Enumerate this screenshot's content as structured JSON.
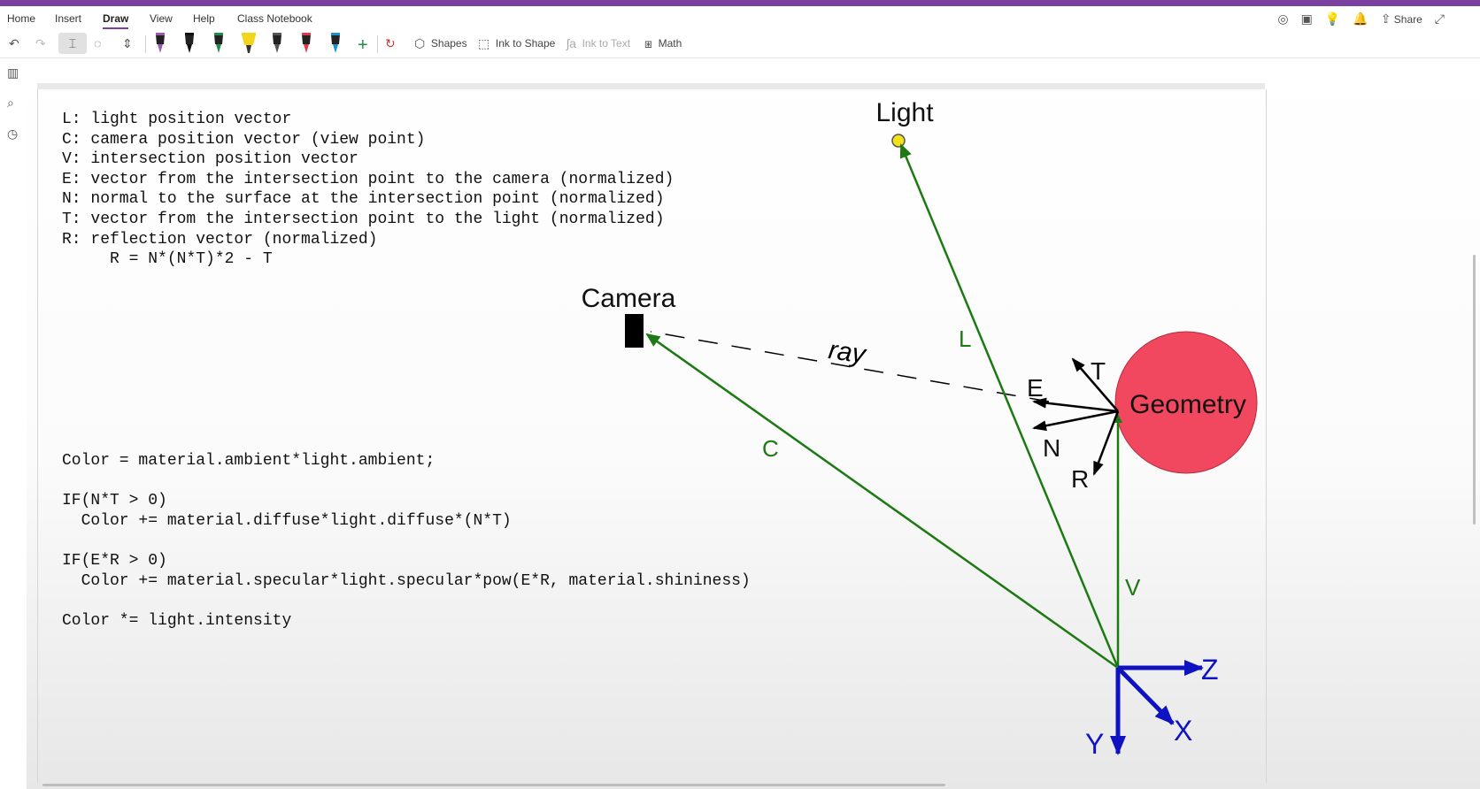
{
  "ribbon": {
    "tabs": [
      "Home",
      "Insert",
      "Draw",
      "View",
      "Help",
      "Class Notebook"
    ],
    "active_tab": "Draw",
    "share_label": "Share"
  },
  "toolbar": {
    "shapes_label": "Shapes",
    "ink_to_shape_label": "Ink to Shape",
    "ink_to_text_label": "Ink to Text",
    "math_label": "Math",
    "pen_colors": [
      "#9b59b6",
      "#111111",
      "#1e8f4a",
      "#f1d51b",
      "#555555",
      "#e0394b",
      "#1a8fd1"
    ]
  },
  "slide": {
    "definitions": [
      "L: light position vector",
      "C: camera position vector (view point)",
      "V: intersection position vector",
      "E: vector from the intersection point to the camera (normalized)",
      "N: normal to the surface at the intersection point (normalized)",
      "T: vector from the intersection point to the light (normalized)",
      "R: reflection vector (normalized)",
      "     R = N*(N*T)*2 - T"
    ],
    "shading_code": [
      "Color = material.ambient*light.ambient;",
      "",
      "IF(N*T > 0)",
      "  Color += material.diffuse*light.diffuse*(N*T)",
      "",
      "IF(E*R > 0)",
      "  Color += material.specular*light.specular*pow(E*R, material.shininess)",
      "",
      "Color *= light.intensity"
    ],
    "diagram": {
      "light_label": "Light",
      "camera_label": "Camera",
      "ray_label": "ray",
      "geometry_label": "Geometry",
      "vector_L": "L",
      "vector_C": "C",
      "vector_V": "V",
      "vector_E": "E",
      "vector_N": "N",
      "vector_T": "T",
      "vector_R": "R",
      "axis_x": "X",
      "axis_y": "Y",
      "axis_z": "Z",
      "colors": {
        "vector_green": "#1d7a13",
        "axis_blue": "#0f12c0",
        "geometry_fill": "#f1475f",
        "light_fill": "#f5e11a"
      }
    }
  }
}
